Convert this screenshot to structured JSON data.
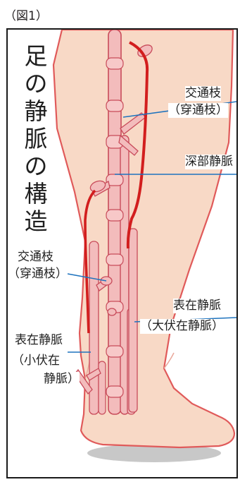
{
  "figure_label": "（図1）",
  "vertical_title_chars": [
    "足",
    "の",
    "静",
    "脈",
    "の",
    "構",
    "造"
  ],
  "labels": {
    "communicating_top": {
      "line1": "交通枝",
      "line2": "（穿通枝）"
    },
    "deep_vein": "深部静脈",
    "communicating_mid": {
      "line1": "交通枝",
      "line2": "（穿通枝）"
    },
    "great_saphenous": {
      "line1": "表在静脈",
      "line2": "（大伏在静脈）"
    },
    "small_saphenous": {
      "line1": "表在静脈",
      "line2": "（小伏在",
      "line3": "静脈）"
    }
  },
  "colors": {
    "skin": "#f8d9c6",
    "skin_outline": "#e05a5a",
    "vein_fill": "#f3bcbc",
    "vein_outline": "#c84b5a",
    "superficial_vein": "#d21e1e",
    "leader_line": "#1e73be",
    "shadow": "#9a9a9a"
  }
}
